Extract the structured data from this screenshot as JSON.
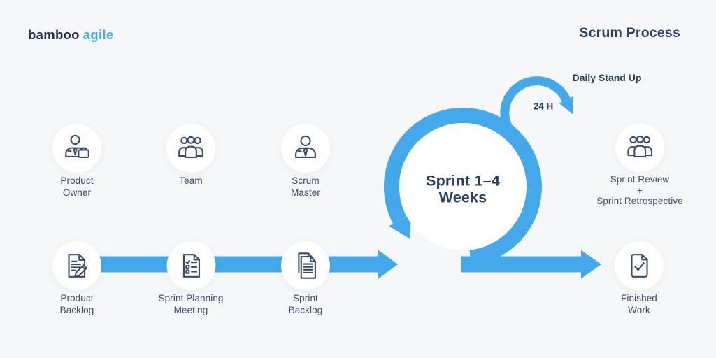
{
  "header": {
    "logo_part1": "bamboo",
    "logo_part2": "agile",
    "title": "Scrum Process"
  },
  "colors": {
    "background": "#F6F7F9",
    "arrow_blue": "#45A8EA",
    "heading_navy": "#2B3F63",
    "label_text": "#3E4C66",
    "icon_stroke": "#3A4A68",
    "logo_navy": "#1F2E4F",
    "logo_blue": "#47A9EE",
    "node_circle_fill": "#FFFFFF"
  },
  "nodes": {
    "product_owner": {
      "label": "Product\nOwner",
      "icon": "person-briefcase-icon"
    },
    "team": {
      "label": "Team",
      "icon": "team-icon"
    },
    "scrum_master": {
      "label": "Scrum\nMaster",
      "icon": "person-tie-icon"
    },
    "product_backlog": {
      "label": "Product\nBacklog",
      "icon": "document-pencil-icon"
    },
    "sprint_planning_meeting": {
      "label": "Sprint Planning\nMeeting",
      "icon": "document-checklist-icon"
    },
    "sprint_backlog": {
      "label": "Sprint\nBacklog",
      "icon": "documents-stack-icon"
    },
    "sprint_review": {
      "label": "Sprint Review\n+\nSprint Retrospective",
      "icon": "team-icon"
    },
    "finished_work": {
      "label": "Finished\nWork",
      "icon": "document-check-icon"
    }
  },
  "center": {
    "sprint_label": "Sprint 1–4\nWeeks"
  },
  "daily_standup": {
    "title": "Daily Stand Up",
    "duration": "24 H"
  }
}
